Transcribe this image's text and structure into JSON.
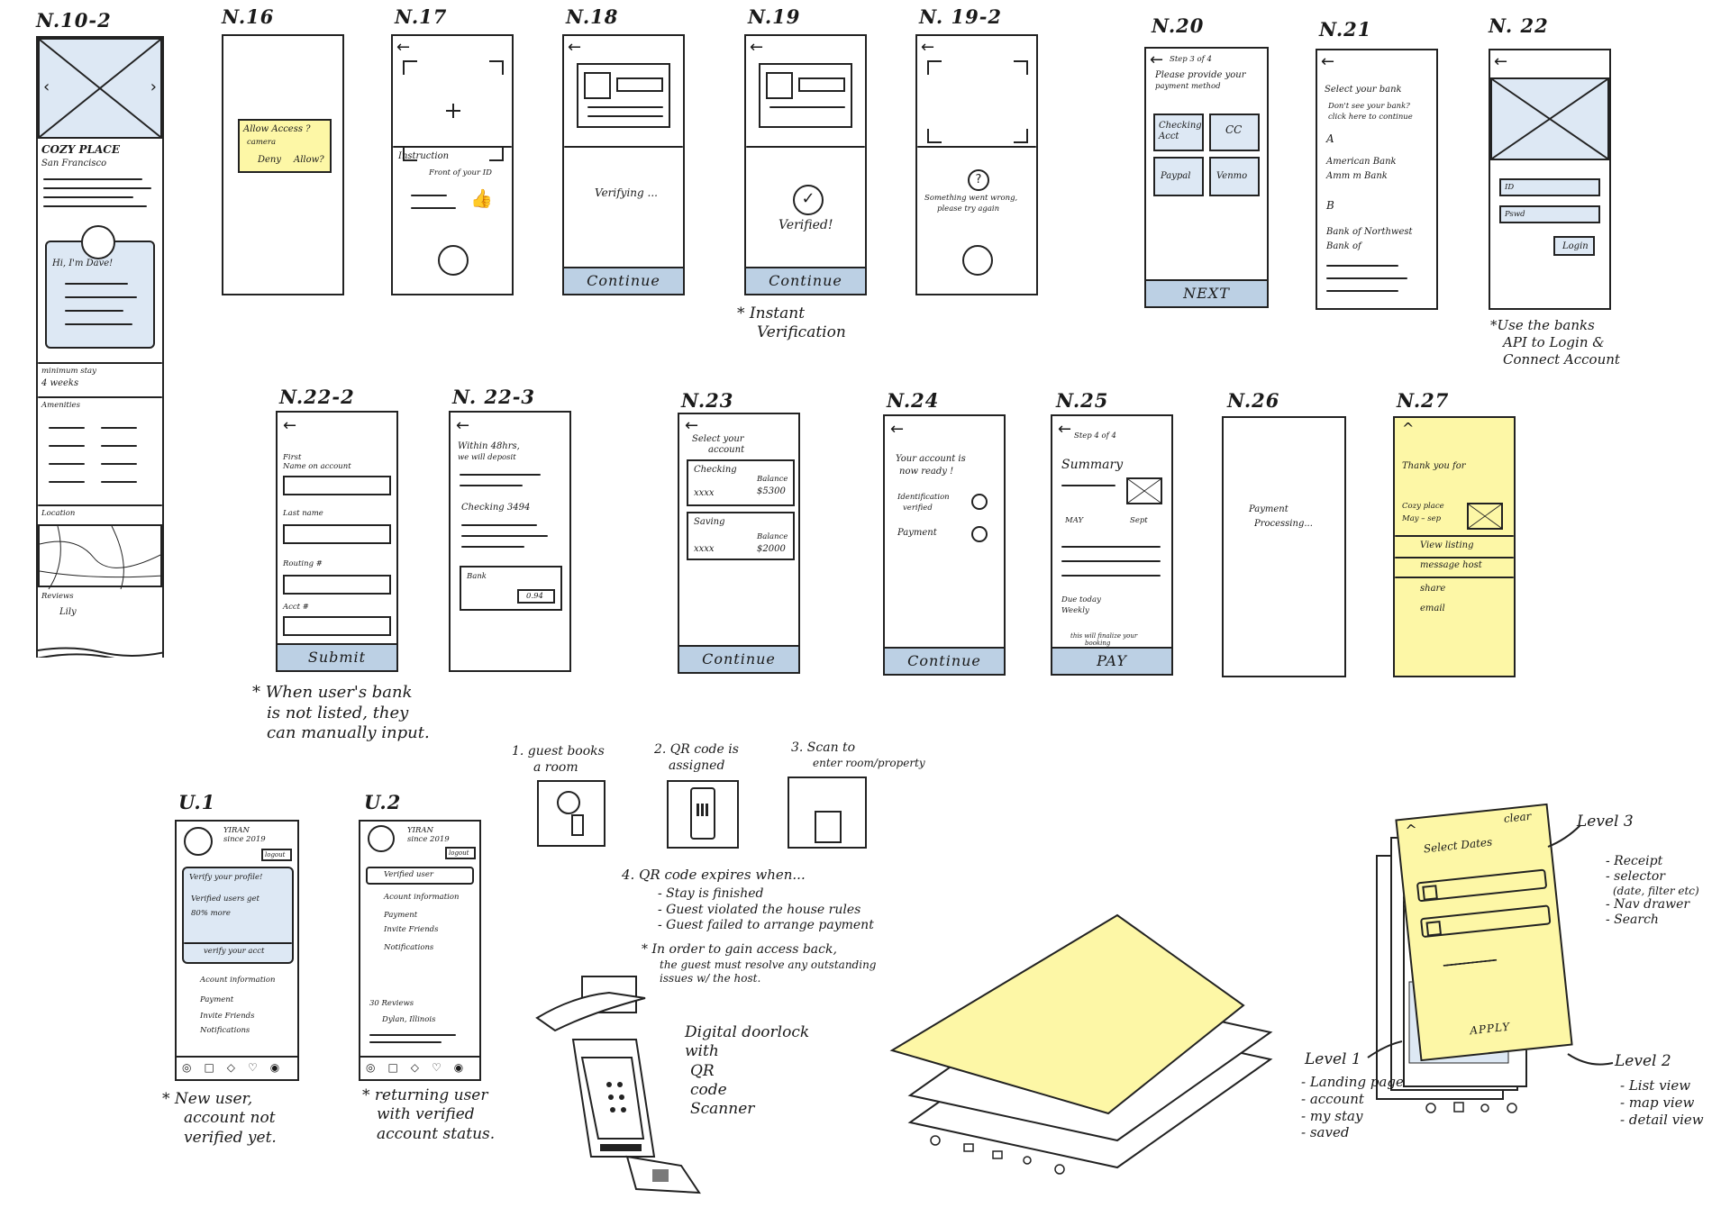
{
  "screens": {
    "n10_2": {
      "label": "N.10-2",
      "brand": "COZY PLACE",
      "city": "San Francisco",
      "greeting": "Hi, I'm Dave!",
      "min_stay_label": "minimum stay",
      "min_stay_value": "4 weeks",
      "amenities_label": "Amenities",
      "location_label": "Location",
      "reviews_label": "Reviews",
      "reviewer": "Lily"
    },
    "n16": {
      "label": "N.16",
      "prompt": "Allow Access ?",
      "camera": "camera",
      "deny": "Deny",
      "allow": "Allow?"
    },
    "n17": {
      "label": "N.17",
      "instruction": "Instruction",
      "front": "Front of your ID"
    },
    "n18": {
      "label": "N.18",
      "status": "Verifying ...",
      "button": "Continue"
    },
    "n19": {
      "label": "N.19",
      "status": "Verified!",
      "button": "Continue"
    },
    "n19_2": {
      "label": "N. 19-2",
      "error": "Something went wrong,",
      "error2": "please try again"
    },
    "n20": {
      "label": "N.20",
      "step": "Step 3 of 4",
      "title1": "Please provide your",
      "title2": "payment method",
      "opt1": "Checking Acct",
      "opt2": "CC",
      "opt3": "Paypal",
      "opt4": "Venmo",
      "button": "NEXT"
    },
    "n21": {
      "label": "N.21",
      "title": "Select your bank",
      "hint1": "Don't see your bank?",
      "hint2": "click here to continue",
      "group_a": "A",
      "bank1": "American Bank",
      "bank2": "Amm m Bank",
      "group_b": "B",
      "bank3": "Bank of Northwest",
      "bank4": "Bank of"
    },
    "n22": {
      "label": "N. 22",
      "id": "ID",
      "pwd": "Pswd",
      "login": "Login"
    },
    "n22_2": {
      "label": "N.22-2",
      "first": "First",
      "name_on_acct": "Name on account",
      "last": "Last name",
      "routing": "Routing #",
      "acct": "Acct #",
      "button": "Submit"
    },
    "n22_3": {
      "label": "N. 22-3",
      "line1": "Within 48hrs,",
      "line2": "we will deposit",
      "checking": "Checking 3494",
      "bank": "Bank",
      "amount": "0.94"
    },
    "n23": {
      "label": "N.23",
      "title1": "Select your",
      "title2": "account",
      "checking": "Checking",
      "saving": "Saving",
      "masked": "xxxx",
      "balance": "Balance",
      "bal1": "$5300",
      "bal2": "$2000",
      "button": "Continue"
    },
    "n24": {
      "label": "N.24",
      "line1": "Your account is",
      "line2": "now ready !",
      "idv": "Identification",
      "idv2": "verified",
      "payment": "Payment",
      "button": "Continue"
    },
    "n25": {
      "label": "N.25",
      "step": "Step 4 of 4",
      "title": "Summary",
      "from": "MAY",
      "to": "Sept",
      "due1": "Due today",
      "due2": "Weekly",
      "warn1": "this will finalize your",
      "warn2": "booking",
      "button": "PAY"
    },
    "n26": {
      "label": "N.26",
      "line1": "Payment",
      "line2": "Processing..."
    },
    "n27": {
      "label": "N.27",
      "thanks": "Thank you for",
      "place": "Cozy place",
      "dates": "May – sep",
      "a1": "View listing",
      "a2": "message host",
      "a3": "share",
      "a4": "email"
    },
    "u1": {
      "label": "U.1",
      "name": "YIRAN",
      "since": "since 2019",
      "logout": "logout",
      "verify_title": "Verify your profile!",
      "verify_l1": "Verified users get",
      "verify_l2": "80% more",
      "verify_btn": "verify your acct",
      "m1": "Acount information",
      "m2": "Payment",
      "m3": "Invite Friends",
      "m4": "Notifications"
    },
    "u2": {
      "label": "U.2",
      "name": "YIRAN",
      "since": "since 2019",
      "logout": "logout",
      "verified": "Verified user",
      "m1": "Acount information",
      "m2": "Payment",
      "m3": "Invite Friends",
      "m4": "Notifications",
      "reviews": "30 Reviews",
      "reviewer": "Dylan, Illinois"
    }
  },
  "notes": {
    "instant": [
      "* Instant",
      "Verification"
    ],
    "bank_api": [
      "*Use the banks",
      "API to Login &",
      "Connect Account"
    ],
    "manual": [
      "* When user's bank",
      "is not listed, they",
      "can manually input."
    ],
    "u1": [
      "* New user,",
      "account not",
      "verified yet."
    ],
    "u2": [
      "* returning user",
      "with verified",
      "account status."
    ]
  },
  "qr_flow": {
    "step1": [
      "1. guest books",
      "a room"
    ],
    "step2": [
      "2. QR code is",
      "assigned"
    ],
    "step3": [
      "3. Scan to",
      "enter room/property"
    ],
    "step4": "4. QR code expires when...",
    "bullets": [
      "- Stay is finished",
      "- Guest violated the house rules",
      "- Guest failed to arrange payment"
    ],
    "access": [
      "* In order to gain access back,",
      "the guest must resolve any outstanding",
      "issues w/ the host."
    ],
    "doorlock": [
      "Digital doorlock",
      "with",
      "QR",
      "code",
      "Scanner"
    ]
  },
  "levels": {
    "clear": "clear",
    "select_dates": "Select Dates",
    "apply": "APPLY",
    "level3": "Level 3",
    "level3_items": [
      "- Receipt",
      "- selector",
      "(date, filter etc)",
      "- Nav drawer",
      "- Search"
    ],
    "level1": "Level 1",
    "level1_items": [
      "- Landing page",
      "- account",
      "- my stay",
      "- saved"
    ],
    "level2": "Level 2",
    "level2_items": [
      "- List view",
      "- map view",
      "- detail view"
    ]
  },
  "colors": {
    "accent_blue": "#bcd0e4",
    "light_blue": "#dde8f4",
    "sticky_yellow": "#fdf7a6",
    "ink": "#1a1a1a"
  }
}
